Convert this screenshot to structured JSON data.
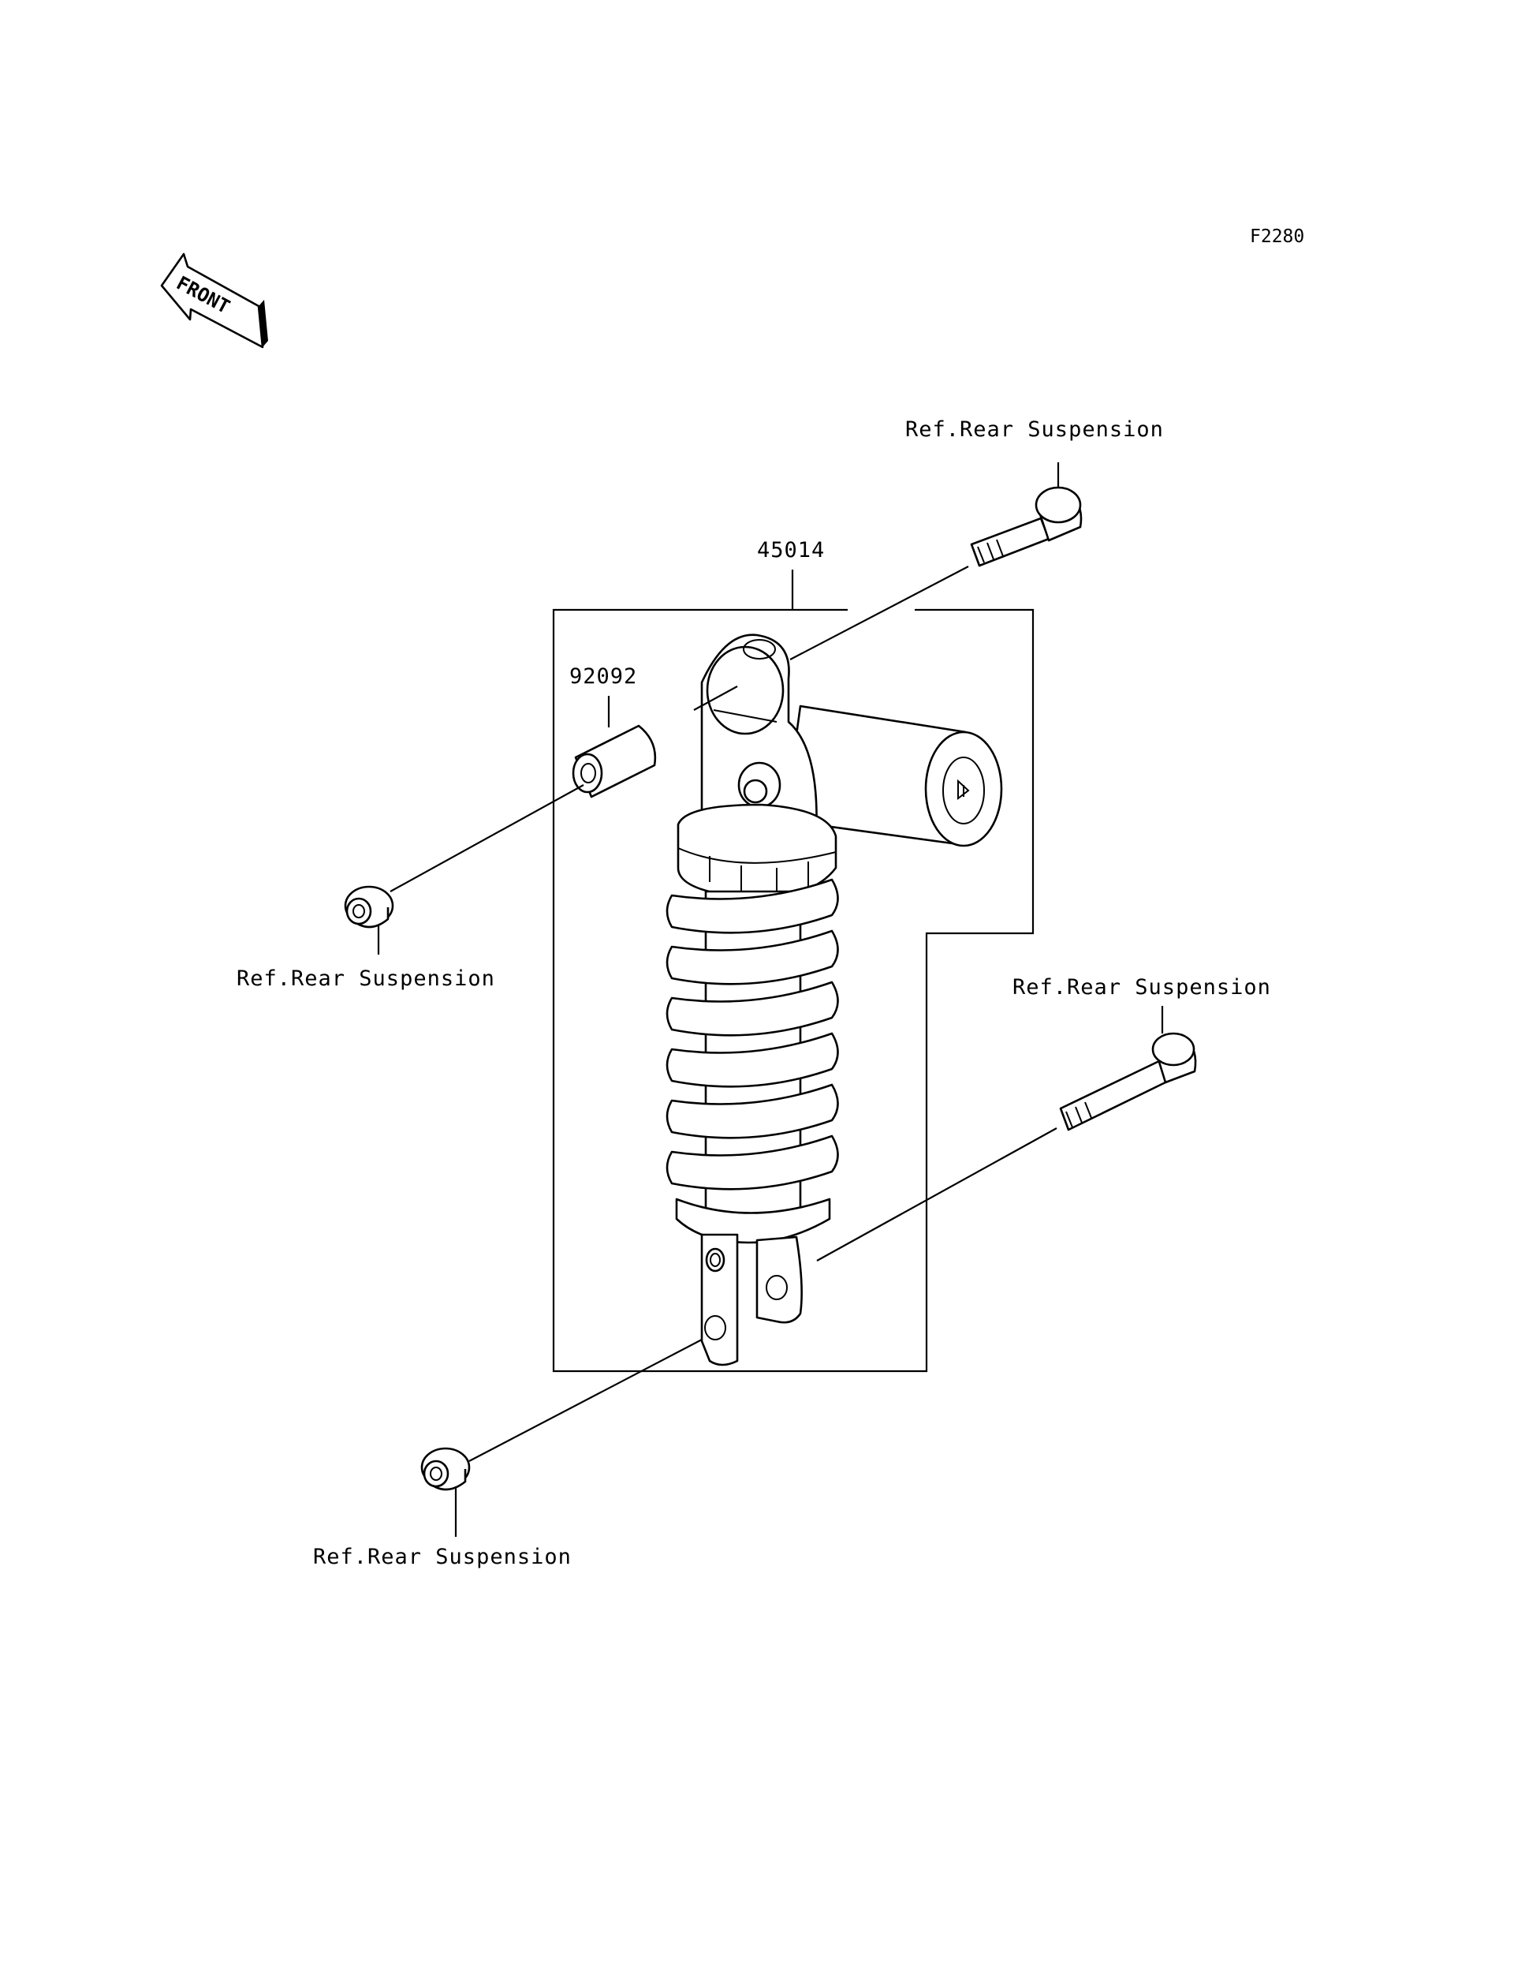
{
  "figure_code": "F2280",
  "front_arrow_label": "FRONT",
  "parts": {
    "shock_absorber": "45014",
    "collar": "92092"
  },
  "references": {
    "top_bolt": "Ref.Rear Suspension",
    "top_nut": "Ref.Rear Suspension",
    "bottom_bolt": "Ref.Rear Suspension",
    "bottom_nut": "Ref.Rear Suspension"
  },
  "colors": {
    "line": "#000000",
    "background": "#ffffff"
  }
}
